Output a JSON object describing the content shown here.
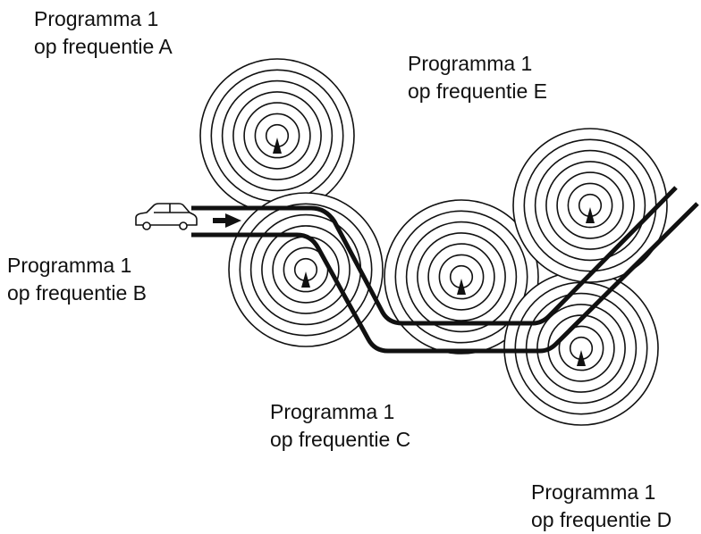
{
  "labels": {
    "a": {
      "line1": "Programma 1",
      "line2": "op frequentie A"
    },
    "b": {
      "line1": "Programma 1",
      "line2": "op frequentie B"
    },
    "c": {
      "line1": "Programma 1",
      "line2": "op frequentie C"
    },
    "d": {
      "line1": "Programma 1",
      "line2": "op frequentie D"
    },
    "e": {
      "line1": "Programma 1",
      "line2": "op frequentie E"
    }
  },
  "transmitters": [
    {
      "id": "A",
      "rings": 7
    },
    {
      "id": "B",
      "rings": 7
    },
    {
      "id": "C",
      "rings": 7
    },
    {
      "id": "D",
      "rings": 7
    },
    {
      "id": "E",
      "rings": 7
    }
  ],
  "colors": {
    "ink": "#111111",
    "background": "#ffffff"
  },
  "icons": {
    "vehicle": "car-icon",
    "direction": "arrow-right-icon",
    "transmitter": "antenna-triangle-icon"
  }
}
